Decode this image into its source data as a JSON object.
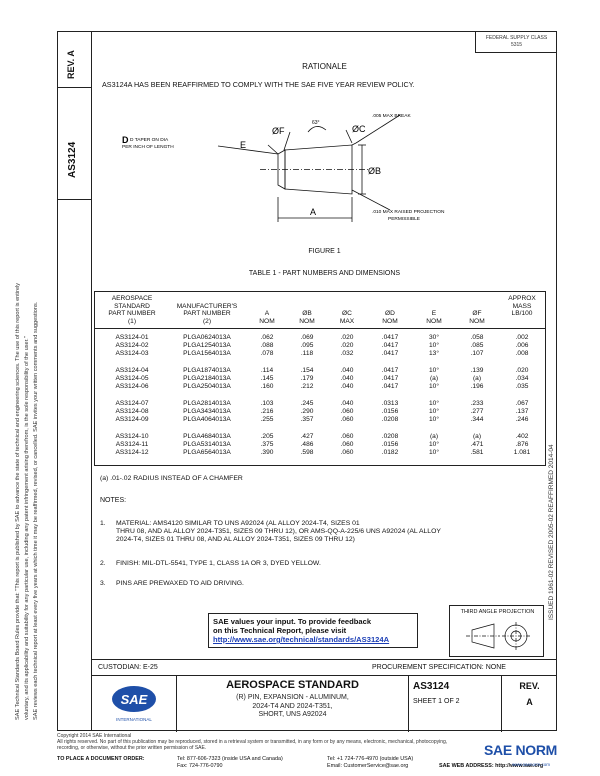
{
  "header": {
    "rev_label": "REV.",
    "rev_value": "A",
    "doc_number": "AS3124",
    "stamp_line1": "FEDERAL SUPPLY CLASS",
    "stamp_line2": "5315"
  },
  "side_note": {
    "line1": "SAE Technical Standards Board Rules provide that: \"This report is published by SAE to advance the state of technical and engineering sciences. The use of this report is entirely",
    "line2": "voluntary, and its applicability and suitability for any particular use, including any patent infringement arising therefrom, is the sole responsibility of the user.\"",
    "line3": "SAE reviews each technical report at least every five years at which time it may be reaffirmed, revised, or cancelled. SAE invites your written comments and suggestions."
  },
  "right_vertical": {
    "text": "ISSUED 1961-02     REVISED 2005-02     REAFFIRMED 2014-04"
  },
  "rationale": {
    "title": "RATIONALE",
    "text": "AS3124A HAS BEEN REAFFIRMED TO COMPLY WITH THE SAE FIVE YEAR REVIEW POLICY."
  },
  "figure": {
    "label": "FIGURE 1",
    "taper_label1": "D TAPER ON DIA",
    "taper_label2": "PER INCH OF LENGTH",
    "max_break": ".005 MAX BREAK",
    "angle_deg": "63°",
    "raised_proj1": ".010 MAX RAISED PROJECTION",
    "raised_proj2": "PERMISSIBLE",
    "dim_f": "ØF",
    "dim_c": "ØC",
    "dim_e": "E",
    "dim_b": "ØB",
    "dim_a": "A",
    "dim_d": "D"
  },
  "table": {
    "title": "TABLE 1 - PART NUMBERS AND DIMENSIONS",
    "headers": [
      {
        "l1": "AEROSPACE",
        "l2": "STANDARD",
        "l3": "PART NUMBER",
        "l4": "(1)"
      },
      {
        "l1": "",
        "l2": "MANUFACTURER'S",
        "l3": "PART NUMBER",
        "l4": "(2)"
      },
      {
        "l1": "",
        "l2": "",
        "l3": "A",
        "l4": "NOM"
      },
      {
        "l1": "",
        "l2": "",
        "l3": "ØB",
        "l4": "NOM"
      },
      {
        "l1": "",
        "l2": "",
        "l3": "ØC",
        "l4": "MAX"
      },
      {
        "l1": "",
        "l2": "",
        "l3": "ØD",
        "l4": "NOM"
      },
      {
        "l1": "",
        "l2": "",
        "l3": "E",
        "l4": "NOM"
      },
      {
        "l1": "",
        "l2": "",
        "l3": "ØF",
        "l4": "NOM"
      },
      {
        "l1": "APPROX",
        "l2": "MASS",
        "l3": "LB/100",
        "l4": ""
      }
    ],
    "rows": [
      [
        "AS3124-01",
        "PLGA0624013A",
        ".062",
        ".069",
        ".020",
        ".0417",
        "30°",
        ".058",
        ".002"
      ],
      [
        "AS3124-02",
        "PLGA1254013A",
        ".088",
        ".095",
        ".020",
        ".0417",
        "10°",
        ".085",
        ".006"
      ],
      [
        "AS3124-03",
        "PLGA1564013A",
        ".078",
        ".118",
        ".032",
        ".0417",
        "13°",
        ".107",
        ".008"
      ],
      [
        "AS3124-04",
        "PLGA1874013A",
        ".114",
        ".154",
        ".040",
        ".0417",
        "10°",
        ".139",
        ".020"
      ],
      [
        "AS3124-05",
        "PLGA2184013A",
        ".145",
        ".179",
        ".040",
        ".0417",
        "(a)",
        "(a)",
        ".034"
      ],
      [
        "AS3124-06",
        "PLGA2504013A",
        ".160",
        ".212",
        ".040",
        ".0417",
        "10°",
        ".196",
        ".035"
      ],
      [
        "AS3124-07",
        "PLGA2814013A",
        ".103",
        ".245",
        ".040",
        ".0313",
        "10°",
        ".233",
        ".067"
      ],
      [
        "AS3124-08",
        "PLGA3434013A",
        ".216",
        ".290",
        ".060",
        ".0156",
        "10°",
        ".277",
        ".137"
      ],
      [
        "AS3124-09",
        "PLGA4064013A",
        ".255",
        ".357",
        ".060",
        ".0208",
        "10°",
        ".344",
        ".246"
      ],
      [
        "AS3124-10",
        "PLGA4684013A",
        ".205",
        ".427",
        ".060",
        ".0208",
        "(a)",
        "(a)",
        ".402"
      ],
      [
        "AS3124-11",
        "PLGA5314013A",
        ".375",
        ".486",
        ".060",
        ".0156",
        "10°",
        ".471",
        ".876"
      ],
      [
        "AS3124-12",
        "PLGA6564013A",
        ".390",
        ".598",
        ".060",
        ".0182",
        "10°",
        ".581",
        "1.081"
      ]
    ],
    "footnote": "(a) .01-.02 RADIUS INSTEAD OF A CHAMFER"
  },
  "notes": {
    "title": "NOTES:",
    "items": [
      {
        "num": "1.",
        "l1": "MATERIAL: AMS4120 SIMILAR TO UNS A92024 (AL ALLOY 2024-T4, SIZES 01",
        "l2": "THRU 08, AND AL ALLOY 2024-T351, SIZES 09 THRU 12), OR AMS-QQ-A-225/6 UNS A92024 (AL ALLOY",
        "l3": "2024-T4, SIZES 01 THRU 08, AND AL ALLOY 2024-T351, SIZES 09 THRU 12)"
      },
      {
        "num": "2.",
        "l1": "FINISH: MIL-DTL-5541, TYPE 1, CLASS 1A OR 3, DYED YELLOW.",
        "l2": "",
        "l3": ""
      },
      {
        "num": "3.",
        "l1": "PINS ARE PREWAXED TO AID DRIVING.",
        "l2": "",
        "l3": ""
      }
    ]
  },
  "angle_projection": {
    "title": "THIRD ANGLE PROJECTION"
  },
  "feedback": {
    "line1": "SAE values your input. To provide feedback",
    "line2": "on this Technical Report, please visit",
    "link": "http://www.sae.org/technical/standards/AS3124A"
  },
  "title_block": {
    "custodian": "CUSTODIAN: E-25",
    "procurement": "PROCUREMENT SPECIFICATION: NONE",
    "logo_text": "SAE",
    "logo_sub": "INTERNATIONAL",
    "standard": "AEROSPACE STANDARD",
    "desc1": "(R) PIN, EXPANSION - ALUMINUM,",
    "desc2": "2024-T4 AND 2024-T351,",
    "desc3": "SHORT, UNS A92024",
    "doc_no": "AS3124",
    "sheet": "SHEET 1 OF 2",
    "rev_label": "REV.",
    "rev_value": "A"
  },
  "copyright": {
    "line1": "Copyright 2014 SAE International",
    "line2": "All rights reserved. No part of this publication may be reproduced, stored in a retrieval system or transmitted, in any form or by any means, electronic, mechanical, photocopying,",
    "line3": "recording, or otherwise, without the prior written permission of SAE.",
    "order_label": "TO PLACE A DOCUMENT ORDER:",
    "tel": "Tel: 877-606-7323 (inside USA and Canada)",
    "tel2": "Tel: +1 724-776-4970 (outside USA)",
    "fax": "Fax: 724-776-0790",
    "email": "Email: CustomerService@sae.org",
    "web": "SAE WEB ADDRESS: http://www.sae.org",
    "corner_logo": "SAE NORM",
    "corner_sub": "www.saenorm.com"
  }
}
